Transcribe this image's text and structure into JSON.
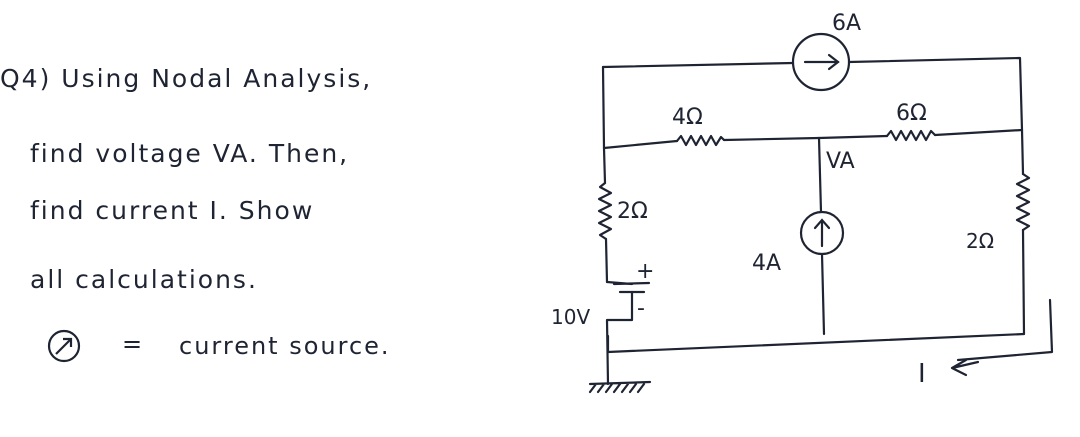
{
  "problem": {
    "line1": "Q4) Using Nodal Analysis,",
    "line2": "find voltage VA. Then,",
    "line3": "find current I. Show",
    "line4": "all calculations."
  },
  "legend": {
    "equals": "=",
    "label": "current source."
  },
  "circuit": {
    "source_top": "6A",
    "r_4ohm": "4Ω",
    "r_6ohm": "6Ω",
    "node_va": "VA",
    "r_2ohm_left": "2Ω",
    "r_2ohm_right": "2Ω",
    "source_mid": "4A",
    "battery_value": "10V",
    "battery_plus": "+",
    "battery_minus": "-",
    "current_label": "I"
  }
}
